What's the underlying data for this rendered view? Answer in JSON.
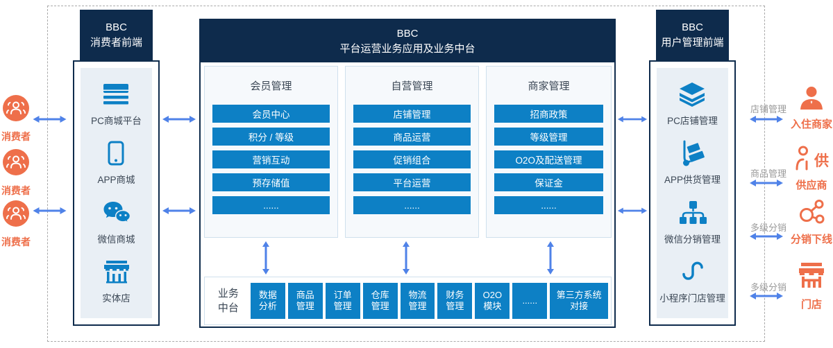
{
  "colors": {
    "navy": "#0e2b4c",
    "blue": "#0d80c5",
    "arrow-blue": "#4f82e8",
    "orange": "#ee6f4a",
    "relation-gray": "#9a9a9a",
    "panel-bg": "#e9eff5",
    "col-bg": "#f6f9fc",
    "col-border": "#cfe0ed",
    "text-dark": "#3a4654"
  },
  "outside_left": {
    "consumers": [
      {
        "icon": "consumers-icon",
        "label": "消费者"
      },
      {
        "icon": "consumers-icon",
        "label": "消费者"
      },
      {
        "icon": "consumers-icon",
        "label": "消费者"
      }
    ]
  },
  "front_left": {
    "title_line1": "BBC",
    "title_line2": "消费者前端",
    "items": [
      {
        "icon": "pc-mall-icon",
        "label": "PC商城平台"
      },
      {
        "icon": "app-mall-icon",
        "label": "APP商城"
      },
      {
        "icon": "wechat-mall-icon",
        "label": "微信商城"
      },
      {
        "icon": "physical-store-icon",
        "label": "实体店"
      }
    ]
  },
  "platform": {
    "title_line1": "BBC",
    "title_line2": "平台运营业务应用及业务中台",
    "columns": [
      {
        "title": "会员管理",
        "items": [
          "会员中心",
          "积分 / 等级",
          "营销互动",
          "预存储值",
          "......"
        ]
      },
      {
        "title": "自营管理",
        "items": [
          "店铺管理",
          "商品运营",
          "促销组合",
          "平台运营",
          "......"
        ]
      },
      {
        "title": "商家管理",
        "items": [
          "招商政策",
          "等级管理",
          "O2O及配送管理",
          "保证金",
          "......"
        ]
      }
    ],
    "middle_office": {
      "label_line1": "业务",
      "label_line2": "中台",
      "modules": [
        "数据分析",
        "商品管理",
        "订单管理",
        "仓库管理",
        "物流管理",
        "财务管理",
        "O2O模块",
        "......",
        "第三方系统对接"
      ]
    }
  },
  "front_right": {
    "title_line1": "BBC",
    "title_line2": "用户管理前端",
    "items": [
      {
        "icon": "pc-store-icon",
        "label": "PC店铺管理"
      },
      {
        "icon": "supply-cart-icon",
        "label": "APP供货管理"
      },
      {
        "icon": "distribution-tree-icon",
        "label": "微信分销管理"
      },
      {
        "icon": "mini-program-icon",
        "label": "小程序门店管理"
      }
    ]
  },
  "outside_right": {
    "groups": [
      {
        "relation": "店铺管理",
        "icon": "merchant-icon",
        "label": "入住商家"
      },
      {
        "relation": "商品管理",
        "icon": "supplier-icon",
        "icon_text": "供",
        "label": "供应商"
      },
      {
        "relation": "多级分销",
        "icon": "share-network-icon",
        "label": "分销下线"
      },
      {
        "relation": "多级分销",
        "icon": "shop-icon",
        "label": "门店"
      }
    ]
  }
}
